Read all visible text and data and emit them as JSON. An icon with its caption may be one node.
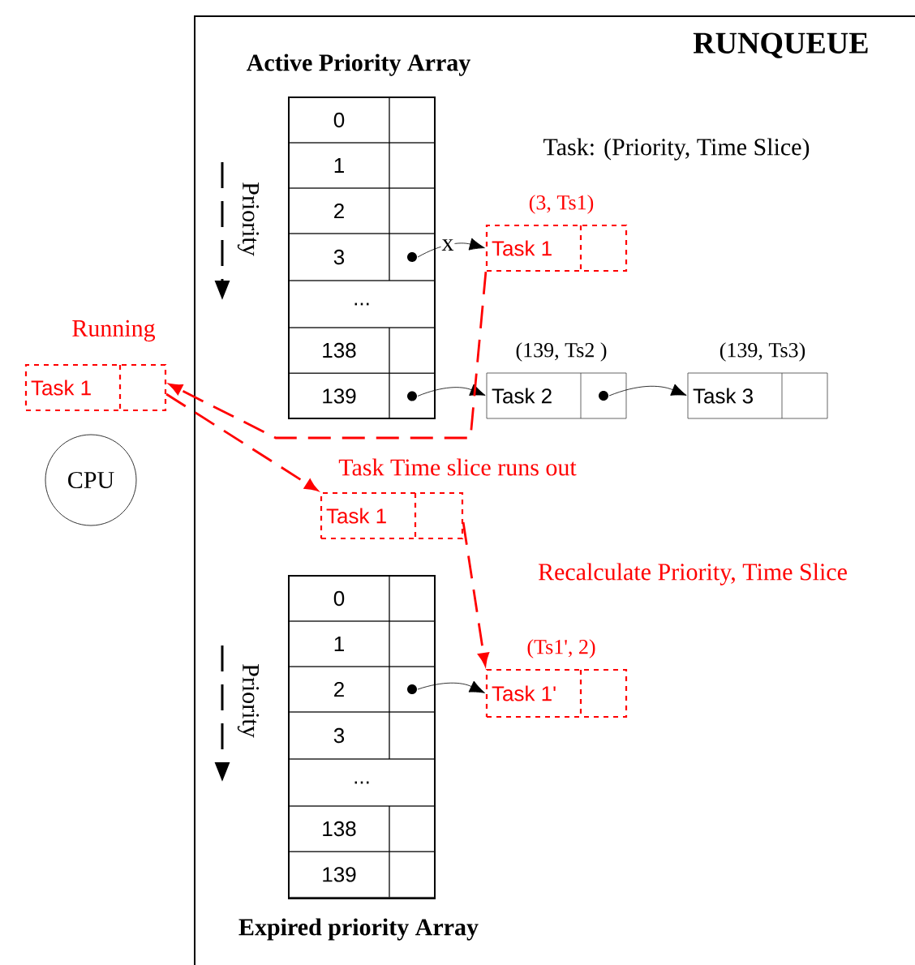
{
  "diagram": {
    "nodes": [
      {
        "text": [
          "RUNQUEUE"
        ]
      },
      {
        "text": [
          "Active Priority Array"
        ],
        "in": 0
      },
      {
        "text": [
          "0"
        ],
        "in": 1
      },
      {
        "text": [
          "1"
        ],
        "in": 1
      },
      {
        "text": [
          "2"
        ],
        "in": 1
      },
      {
        "text": [
          "3"
        ],
        "in": 1
      },
      {
        "text": [
          "..."
        ],
        "in": 1
      },
      {
        "text": [
          "138"
        ],
        "in": 1
      },
      {
        "text": [
          "139"
        ],
        "in": 1
      },
      {
        "text": [],
        "shape": "box",
        "in": 1
      },
      {
        "text": [],
        "shape": "box",
        "in": 1
      },
      {
        "text": [],
        "shape": "box",
        "in": 1
      },
      {
        "text": [],
        "shape": "box",
        "in": 1
      },
      {
        "text": [],
        "shape": "box",
        "in": 1
      },
      {
        "text": [],
        "shape": "box",
        "in": 1
      },
      {
        "text": [
          "Task 1"
        ],
        "beside": [
          "(3, Ts1)"
        ],
        "in": 0
      },
      {
        "text": [
          "Task 2"
        ],
        "beside": [
          "(139, Ts2 )"
        ],
        "in": 0
      },
      {
        "text": [
          "Task 3"
        ],
        "beside": [
          "(139, Ts3)"
        ],
        "in": 0
      },
      {
        "text": [
          "Task 1"
        ],
        "beside": [
          "Running"
        ]
      },
      {
        "text": [
          "CPU"
        ]
      },
      {
        "text": [
          "Task 1"
        ],
        "in": 0
      },
      {
        "text": [
          "Expired priority Array"
        ],
        "in": 0
      },
      {
        "text": [
          "0"
        ],
        "in": 21
      },
      {
        "text": [
          "1"
        ],
        "in": 21
      },
      {
        "text": [
          "2"
        ],
        "in": 21
      },
      {
        "text": [
          "3"
        ],
        "in": 21
      },
      {
        "text": [
          "..."
        ],
        "in": 21
      },
      {
        "text": [
          "138"
        ],
        "in": 21
      },
      {
        "text": [
          "139"
        ],
        "in": 21
      },
      {
        "text": [],
        "shape": "box",
        "in": 21
      },
      {
        "text": [],
        "shape": "box",
        "in": 21
      },
      {
        "text": [],
        "shape": "box",
        "in": 21
      },
      {
        "text": [],
        "shape": "box",
        "in": 21
      },
      {
        "text": [],
        "shape": "box",
        "in": 21
      },
      {
        "text": [],
        "shape": "box",
        "in": 21
      },
      {
        "text": [
          "Task 1'"
        ],
        "beside": [
          "(Ts1', 2)"
        ],
        "in": 0
      }
    ],
    "edges": [
      {
        "from": 12,
        "to": 15,
        "arrow": "to",
        "label": "x"
      },
      {
        "from": 14,
        "to": 16,
        "arrow": "to"
      },
      {
        "from": 16,
        "to": 17,
        "arrow": "to"
      },
      {
        "from": 15,
        "to": 18,
        "arrow": "to",
        "style": "dashed",
        "color": "#ff0000"
      },
      {
        "from": 18,
        "to": 20,
        "arrow": "to",
        "style": "dashed",
        "color": "#ff0000",
        "label": "Task Time slice runs out"
      },
      {
        "from": 20,
        "to": 35,
        "arrow": "to",
        "style": "dashed",
        "color": "#ff0000",
        "label": "Recalculate Priority, Time Slice"
      },
      {
        "from": 31,
        "to": 35,
        "arrow": "to"
      }
    ],
    "labels": [
      "Task: (Priority, Time Slice)",
      "Priority",
      "Priority"
    ]
  }
}
